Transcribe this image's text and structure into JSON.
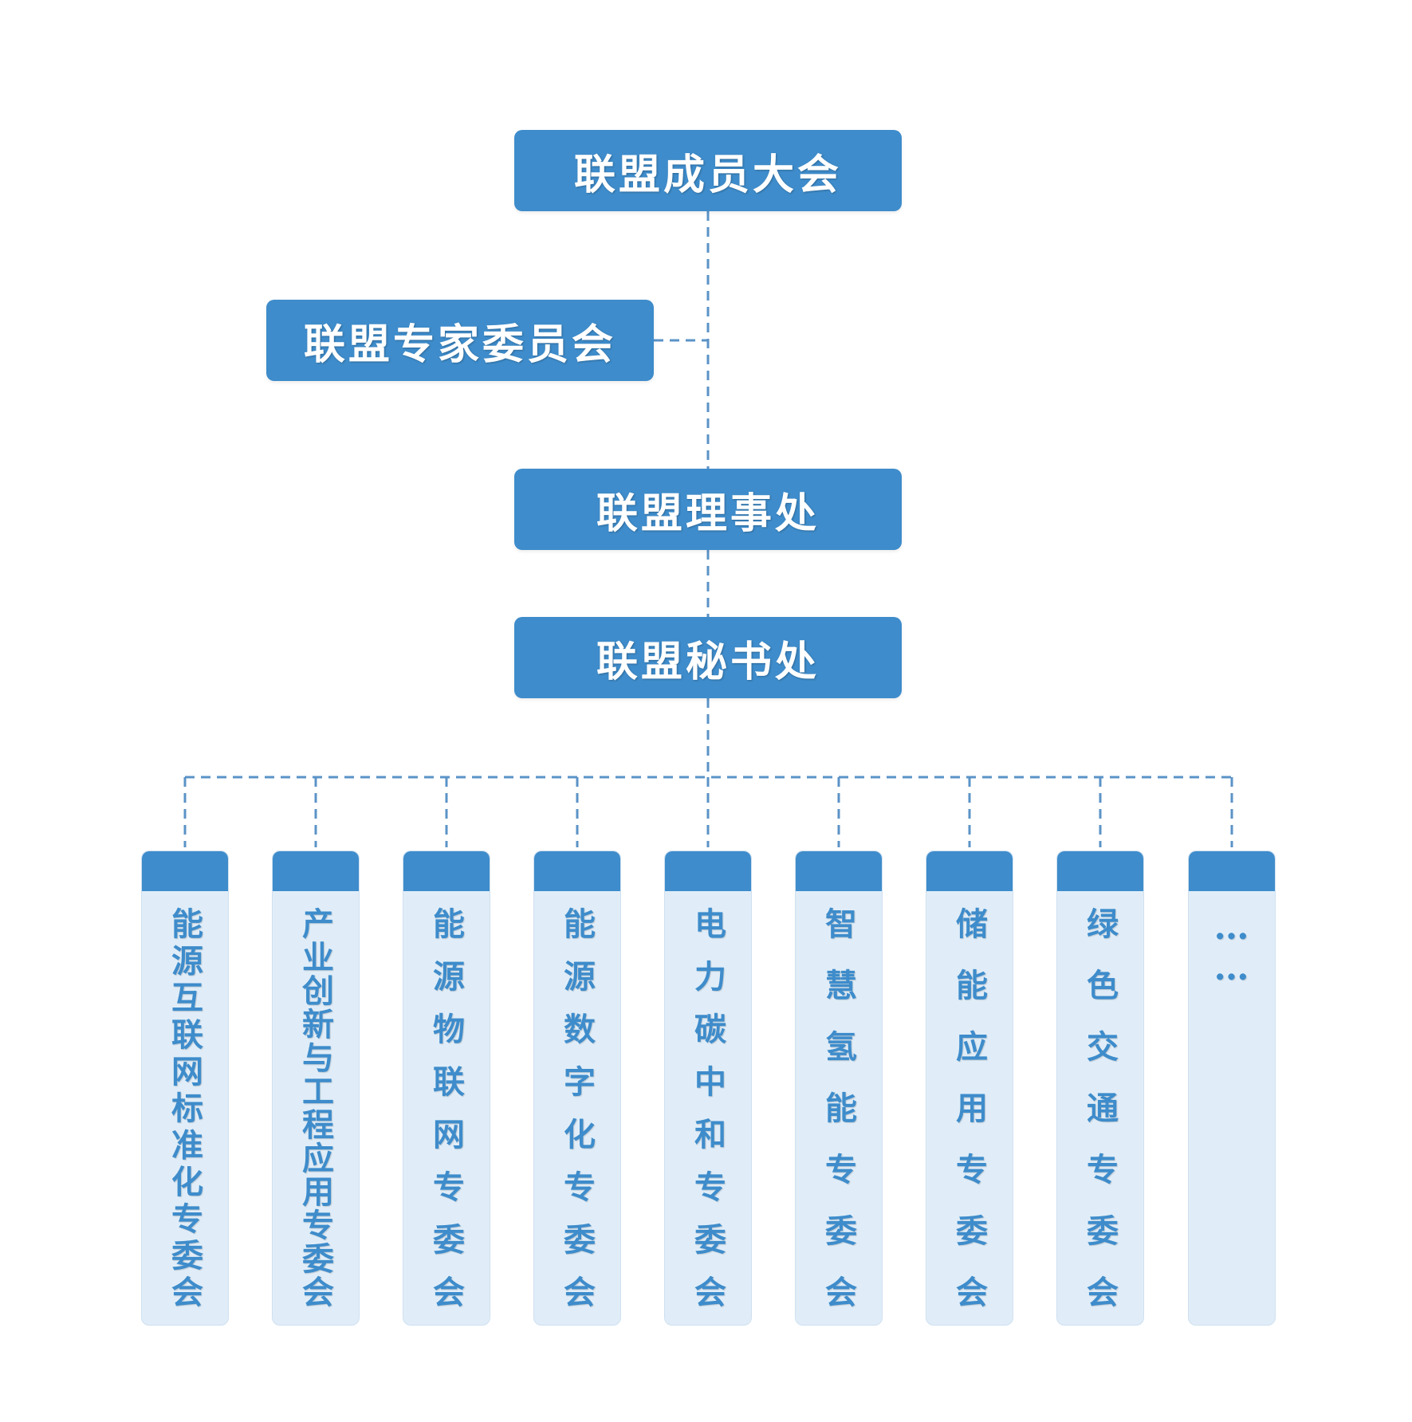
{
  "nodes": {
    "general_assembly": "联盟成员大会",
    "expert_committee": "联盟专家委员会",
    "council": "联盟理事处",
    "secretariat": "联盟秘书处"
  },
  "committees": [
    "能源互联网标准化专委会",
    "产业创新与工程应用专委会",
    "能源物联网专委会",
    "能源数字化专委会",
    "电力碳中和专委会",
    "智慧氢能专委会",
    "储能应用专委会",
    "绿色交通专委会",
    "……"
  ],
  "colors": {
    "primary": "#3e8ccb",
    "committee_body": "#e0edf8",
    "connector": "#5b93c7"
  }
}
